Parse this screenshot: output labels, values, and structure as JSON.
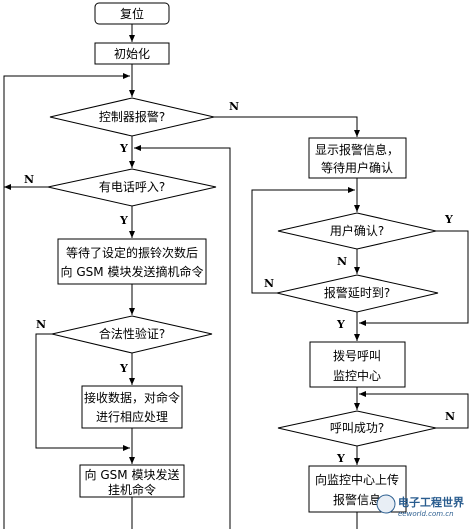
{
  "nodes": {
    "reset": "复位",
    "init": "初始化",
    "controller_alarm": "控制器报警?",
    "incoming_call": "有电话呼入?",
    "wait_rings_1": "等待了设定的振铃次数后",
    "wait_rings_2": "向 GSM 模块发送摘机命令",
    "legality_check": "合法性验证?",
    "receive_data_1": "接收数据，对命令",
    "receive_data_2": "进行相应处理",
    "send_hangup_1": "向 GSM 模块发送",
    "send_hangup_2": "挂机命令",
    "show_alarm_1": "显示报警信息，",
    "show_alarm_2": "等待用户确认",
    "user_confirm": "用户确认?",
    "alarm_timeout": "报警延时到?",
    "dial_1": "拨号呼叫",
    "dial_2": "监控中心",
    "call_success": "呼叫成功?",
    "upload_1": "向监控中心上传",
    "upload_2": "报警信息"
  },
  "labels": {
    "yes": "Y",
    "no": "N"
  },
  "watermark": {
    "title": "电子工程世界",
    "url": "eeworld.com.cn"
  }
}
